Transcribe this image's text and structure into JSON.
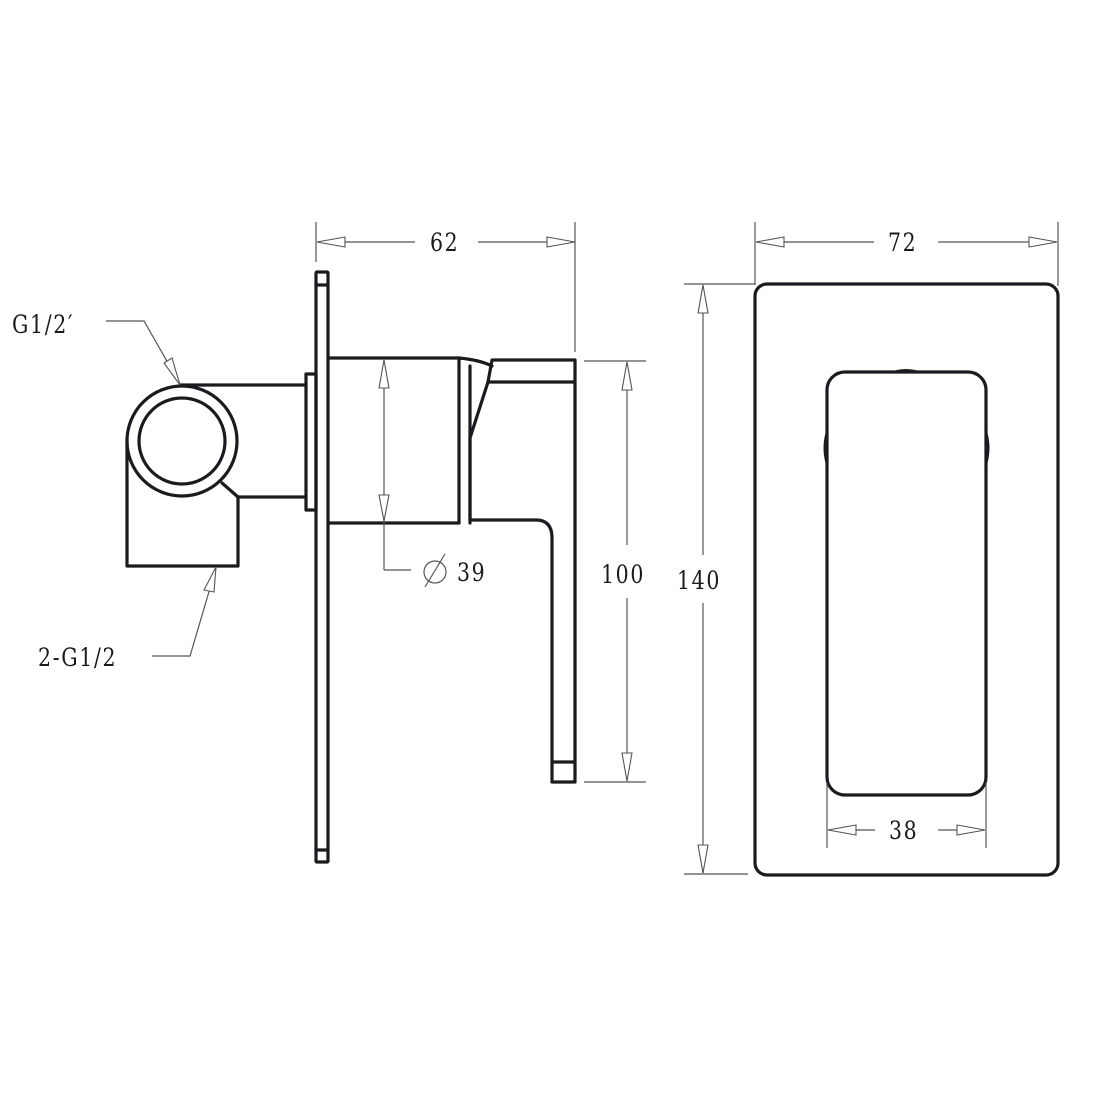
{
  "drawing": {
    "type": "technical-drawing",
    "subject": "concealed shower mixer with lever handle",
    "views": {
      "side_view": {
        "labels": {
          "inlet_top": "G1/2′",
          "inlet_bottom": "2-G1/2",
          "body_diameter": "∅ 39",
          "depth": "62",
          "handle_height": "100"
        }
      },
      "front_view": {
        "labels": {
          "plate_width": "72",
          "plate_height": "140",
          "handle_width": "38"
        }
      }
    },
    "dimensions_mm": {
      "depth": 62,
      "body_diameter": 39,
      "handle_height": 100,
      "plate_width": 72,
      "plate_height": 140,
      "handle_width": 38
    },
    "colors": {
      "outline": "#1a1a1f",
      "dimension_line": "#555555",
      "background": "#ffffff"
    }
  }
}
